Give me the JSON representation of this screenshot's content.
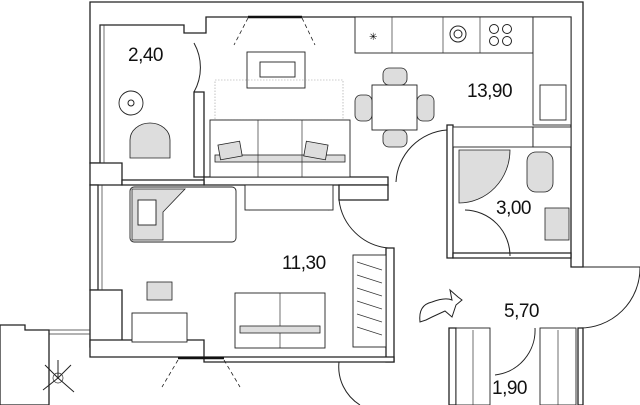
{
  "rooms": [
    {
      "id": "balcony",
      "area": "2,40"
    },
    {
      "id": "kitchen-living",
      "area": "13,90"
    },
    {
      "id": "bathroom",
      "area": "3,00"
    },
    {
      "id": "bedroom",
      "area": "11,30"
    },
    {
      "id": "hallway",
      "area": "5,70"
    },
    {
      "id": "closet",
      "area": "1,90"
    }
  ]
}
